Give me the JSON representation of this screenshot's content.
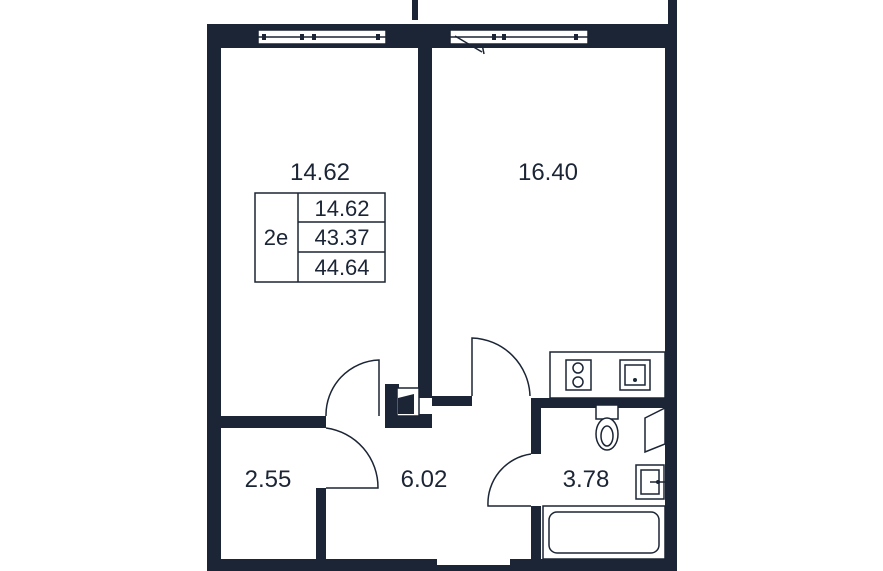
{
  "colors": {
    "wall": "#1b2535",
    "background": "#ffffff"
  },
  "rooms": {
    "bedroom_area": "14.62",
    "kitchen_living_area": "16.40",
    "storage_area": "2.55",
    "hallway_area": "6.02",
    "bathroom_area": "3.78"
  },
  "summary_table": {
    "type_label": "2е",
    "living_area": "14.62",
    "total_area": "43.37",
    "total_area_with_balcony": "44.64"
  }
}
